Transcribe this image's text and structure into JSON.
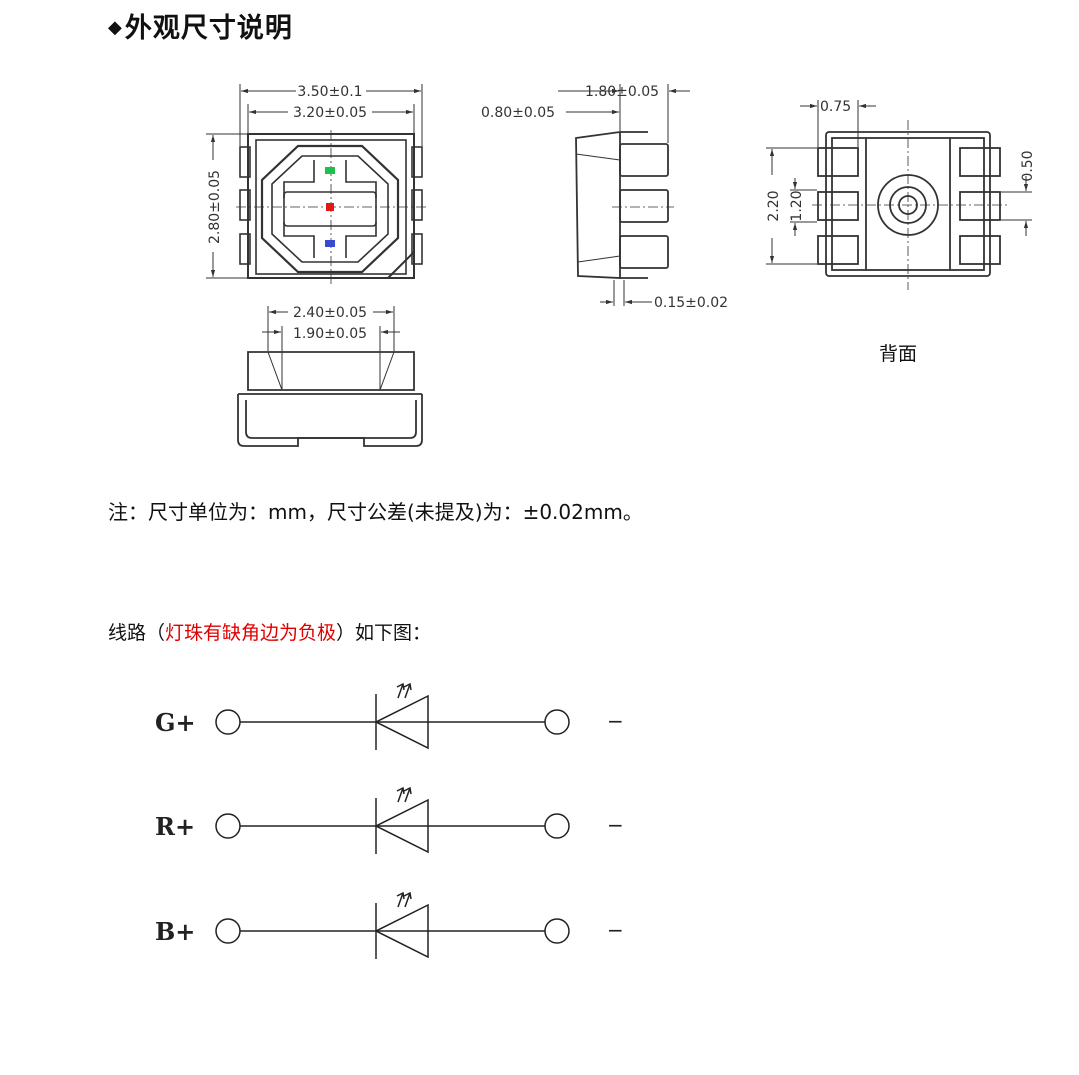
{
  "heading": {
    "bullet": "◆",
    "text": "外观尺寸说明"
  },
  "dimensions": {
    "top_width_outer": "3.50±0.1",
    "top_width_inner": "3.20±0.05",
    "top_height": "2.80±0.05",
    "side_depth": "1.80±0.05",
    "side_step": "0.80±0.05",
    "side_pad": "0.15±0.02",
    "bottom_outer": "2.40±0.05",
    "bottom_inner": "1.90±0.05",
    "back_pad_width": "0.75",
    "back_pad_height": "0.50",
    "back_pitch_outer": "2.20",
    "back_pitch_inner": "1.20"
  },
  "back_label": "背面",
  "colors": {
    "green_chip": "#1fc04a",
    "red_chip": "#e01818",
    "blue_chip": "#3a4ad0",
    "accent_red": "#e00000"
  },
  "note": {
    "prefix": "注：尺寸单位为：mm，尺寸公差(未提及)为：±0.02mm。"
  },
  "circuit": {
    "caption_before": "线路（",
    "caption_red": "灯珠有缺角边为负极",
    "caption_after": "）如下图：",
    "rows": [
      {
        "pin": "G+",
        "negative": "−"
      },
      {
        "pin": "R+",
        "negative": "−"
      },
      {
        "pin": "B+",
        "negative": "−"
      }
    ]
  }
}
